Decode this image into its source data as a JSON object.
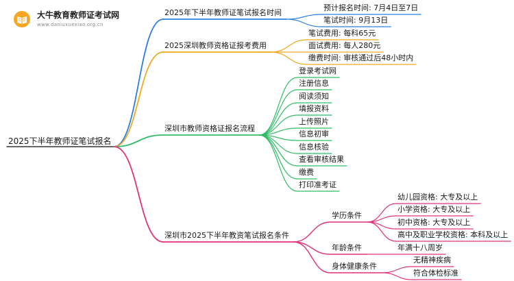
{
  "logo": {
    "name": "大牛教育教师证考试网",
    "url": "www.daniuxuexiao.org.cn"
  },
  "colors": {
    "blue": "#2a7de1",
    "orange": "#f0a81e",
    "green": "#2fbd66",
    "pink": "#e3307a"
  },
  "mindmap": {
    "root": "2025下半年教师证笔试报名",
    "branches": [
      {
        "label": "2025年下半年教师证笔试报名时间",
        "children": [
          "预计报名时间: 7月4日至7日",
          "笔试时间: 9月13日"
        ]
      },
      {
        "label": "2025深圳教师资格证报考费用",
        "children": [
          "笔试费用: 每科65元",
          "面试费用: 每人280元",
          "缴费时间: 审核通过后48小时内"
        ]
      },
      {
        "label": "深圳市教师资格证报名流程",
        "children": [
          "登录考试网",
          "注册信息",
          "阅读须知",
          "填报资料",
          "上传照片",
          "信息初审",
          "信息核验",
          "查看审核结果",
          "缴费",
          "打印准考证"
        ]
      },
      {
        "label": "深圳市2025下半年教资笔试报名条件",
        "children": [
          {
            "label": "学历条件",
            "children": [
              "幼儿园资格: 大专及以上",
              "小学资格: 大专及以上",
              "初中资格: 大专及以上",
              "高中及职业学校资格: 本科及以上"
            ]
          },
          {
            "label": "年龄条件",
            "children": [
              "年满十八周岁"
            ]
          },
          {
            "label": "身体健康条件",
            "children": [
              "无精神疾病",
              "符合体检标准"
            ]
          }
        ]
      }
    ]
  }
}
